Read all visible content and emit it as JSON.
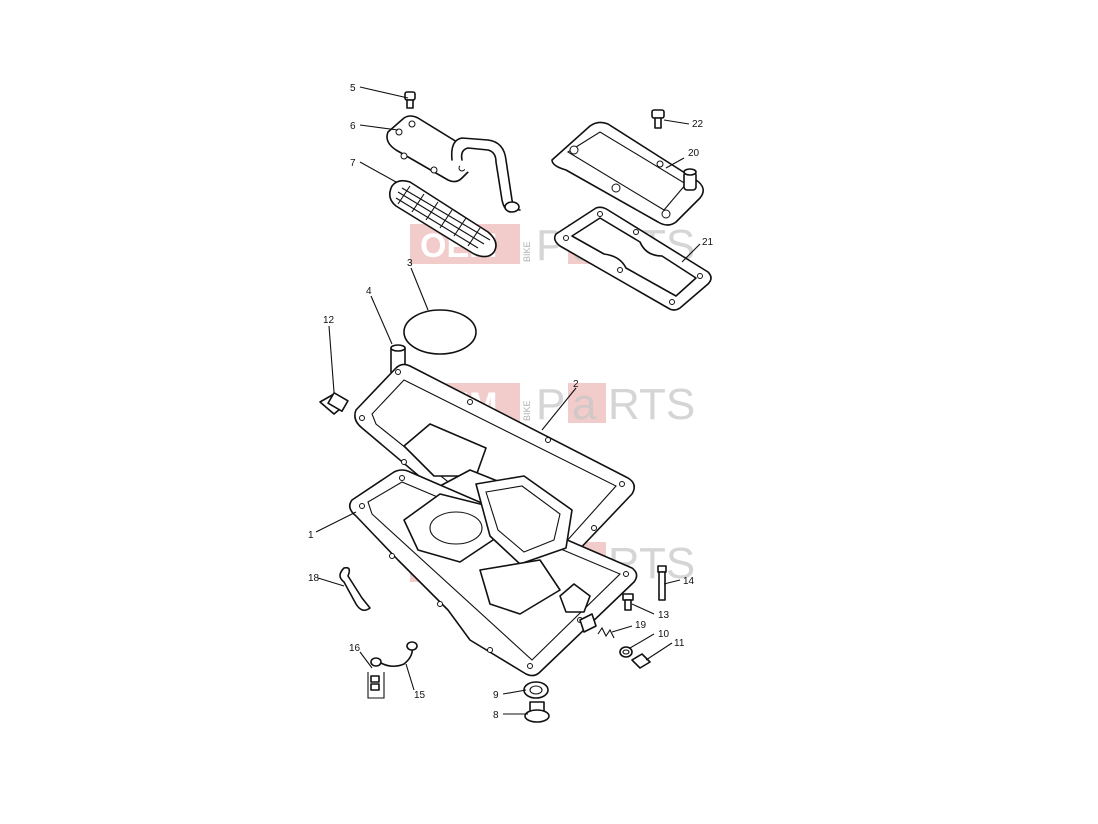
{
  "watermark": {
    "oem": "OEM",
    "bike": "BIKE",
    "p": "P",
    "a": "a",
    "rts": "RTS"
  },
  "callouts": {
    "c1": "1",
    "c2": "2",
    "c3": "3",
    "c4": "4",
    "c5": "5",
    "c6": "6",
    "c7": "7",
    "c8": "8",
    "c9": "9",
    "c10": "10",
    "c11": "11",
    "c12": "12",
    "c13": "13",
    "c14": "14",
    "c15": "15",
    "c16": "16",
    "c18": "18",
    "c19": "19",
    "c20": "20",
    "c21": "21",
    "c22": "22"
  },
  "colors": {
    "line": "#111111",
    "watermark_red": "#e06a6a",
    "watermark_gray": "#c8c8c8"
  }
}
